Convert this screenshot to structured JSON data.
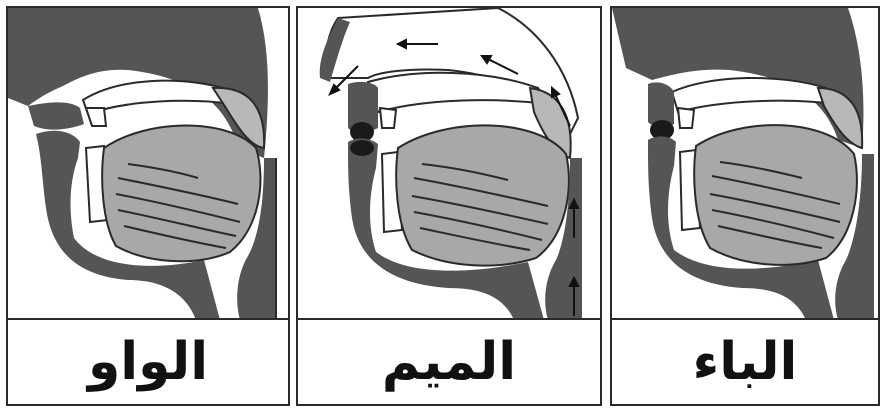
{
  "panels": [
    {
      "id": "waw",
      "caption": "الواو"
    },
    {
      "id": "meem",
      "caption": "الميم"
    },
    {
      "id": "baa",
      "caption": "الباء"
    }
  ],
  "colors": {
    "dark_tissue": "#555555",
    "tongue": "#a8a8a8",
    "velum": "#b8b8b8",
    "lip_contact": "#1a1a1a",
    "outline": "#2a2a2a",
    "background": "#ffffff"
  }
}
